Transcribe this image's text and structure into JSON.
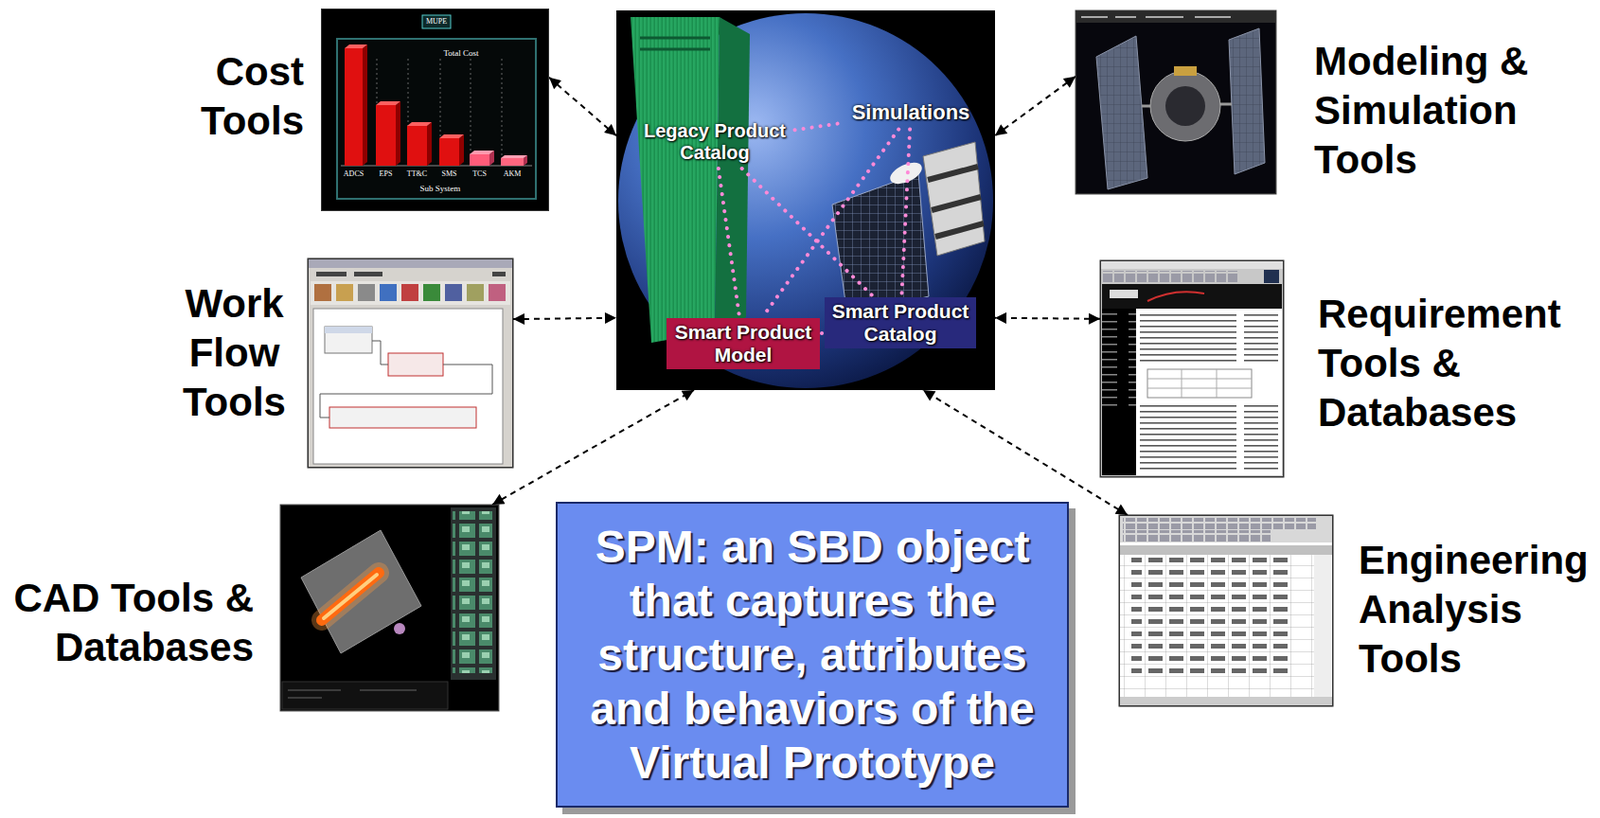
{
  "diagram": {
    "nodes": [
      {
        "text": [
          "Cost Tools"
        ]
      },
      {
        "text": []
      },
      {
        "text": [
          "Legacy Product Catalog"
        ],
        "in": 1
      },
      {
        "text": [
          "Simulations"
        ],
        "in": 1
      },
      {
        "text": [
          "Smart Product Model"
        ],
        "in": 1
      },
      {
        "text": [
          "Smart Product Catalog"
        ],
        "in": 1
      },
      {
        "text": [
          "Modeling & Simulation Tools"
        ]
      },
      {
        "text": [
          "Work Flow Tools"
        ]
      },
      {
        "text": [
          "Requirement Tools & Databases"
        ]
      },
      {
        "text": [
          "CAD Tools & Databases"
        ]
      },
      {
        "text": [
          "SPM: an SBD object that captures the structure, attributes and behaviors of the Virtual Prototype"
        ]
      },
      {
        "text": [
          "Engineering Analysis Tools"
        ]
      }
    ],
    "edges": [
      {
        "from": 0,
        "to": 1,
        "arrow": "both"
      },
      {
        "from": 6,
        "to": 1,
        "arrow": "both"
      },
      {
        "from": 7,
        "to": 1,
        "arrow": "both"
      },
      {
        "from": 8,
        "to": 1,
        "arrow": "both"
      },
      {
        "from": 9,
        "to": 1,
        "arrow": "both"
      },
      {
        "from": 11,
        "to": 1,
        "arrow": "both"
      },
      {
        "from": 2,
        "to": 3,
        "arrow": "none"
      },
      {
        "from": 2,
        "to": 4,
        "arrow": "none"
      },
      {
        "from": 3,
        "to": 5,
        "arrow": "none"
      },
      {
        "from": 2,
        "to": 5,
        "arrow": "none"
      },
      {
        "from": 3,
        "to": 4,
        "arrow": "none"
      },
      {
        "from": 4,
        "to": 5,
        "arrow": "none"
      }
    ],
    "labels": [
      "MUPE",
      "Total Cost",
      "ADCS",
      "EPS",
      "TT&C",
      "SMS",
      "TCS",
      "AKM",
      "Sub System"
    ]
  }
}
